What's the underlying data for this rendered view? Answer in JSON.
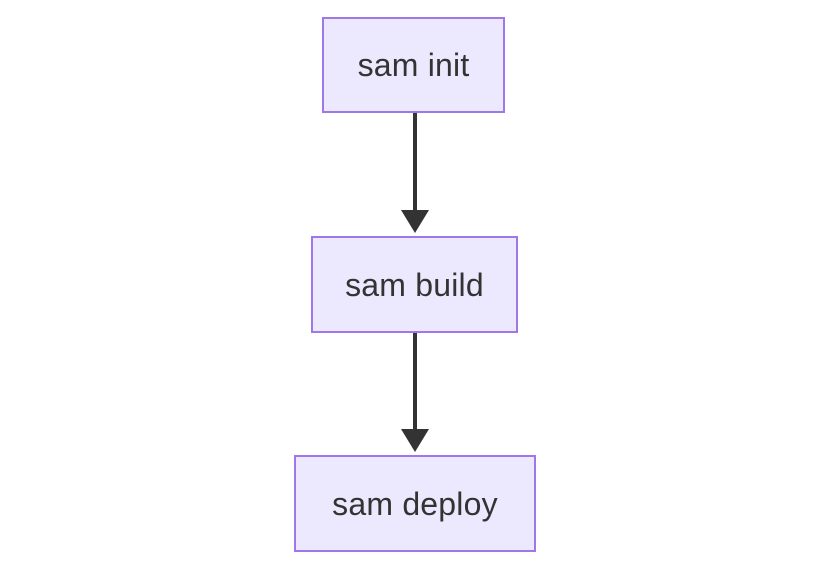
{
  "diagram": {
    "type": "flowchart",
    "direction": "top-to-bottom",
    "background_color": "#ffffff",
    "node_fill_color": "#ece8fd",
    "node_border_color": "#9f77e8",
    "node_text_color": "#333333",
    "edge_color": "#333333",
    "nodes": [
      {
        "id": "sam-init",
        "label": "sam init"
      },
      {
        "id": "sam-build",
        "label": "sam build"
      },
      {
        "id": "sam-deploy",
        "label": "sam deploy"
      }
    ],
    "edges": [
      {
        "from": "sam-init",
        "to": "sam-build",
        "arrow": "arrowhead-down-icon"
      },
      {
        "from": "sam-build",
        "to": "sam-deploy",
        "arrow": "arrowhead-down-icon"
      }
    ]
  }
}
